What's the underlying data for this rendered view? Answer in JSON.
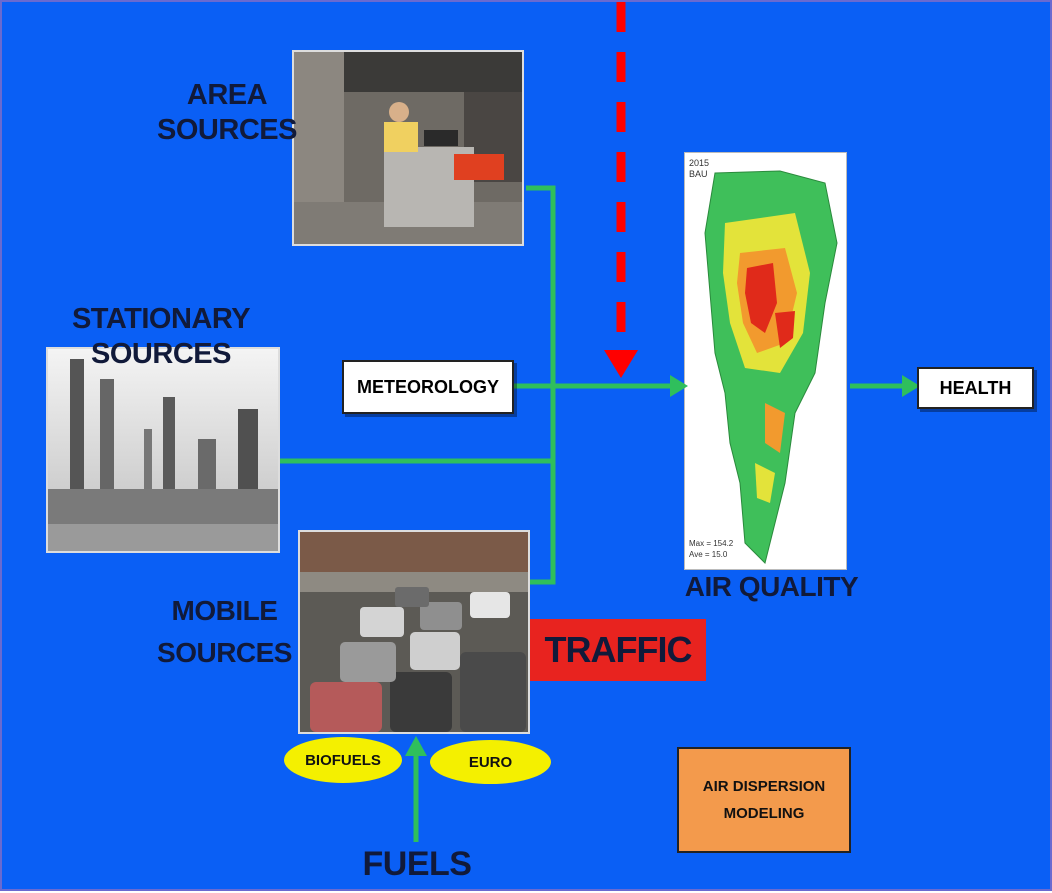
{
  "labels": {
    "area_sources": "AREA\nSOURCES",
    "stationary_sources": "STATIONARY SOURCES",
    "mobile_sources": "MOBILE\nSOURCES",
    "meteorology": "METEOROLOGY",
    "air_quality": "AIR QUALITY",
    "health": "HEALTH",
    "traffic": "TRAFFIC",
    "biofuels": "BIOFUELS",
    "euro": "EURO",
    "fuels": "FUELS",
    "air_dispersion_modeling": "AIR DISPERSION\nMODELING"
  },
  "map": {
    "year": "2015",
    "scenario": "BAU",
    "max_text": "Max = 154.2",
    "ave_text": "Ave = 15.0"
  },
  "colors": {
    "background": "#0a5ff5",
    "flow_arrow": "#2fbf5c",
    "dashed_arrow": "#ff0000",
    "traffic_box": "#e8231f",
    "fuel_ellipse": "#f4f000",
    "modeling_box": "#f39a4c"
  }
}
